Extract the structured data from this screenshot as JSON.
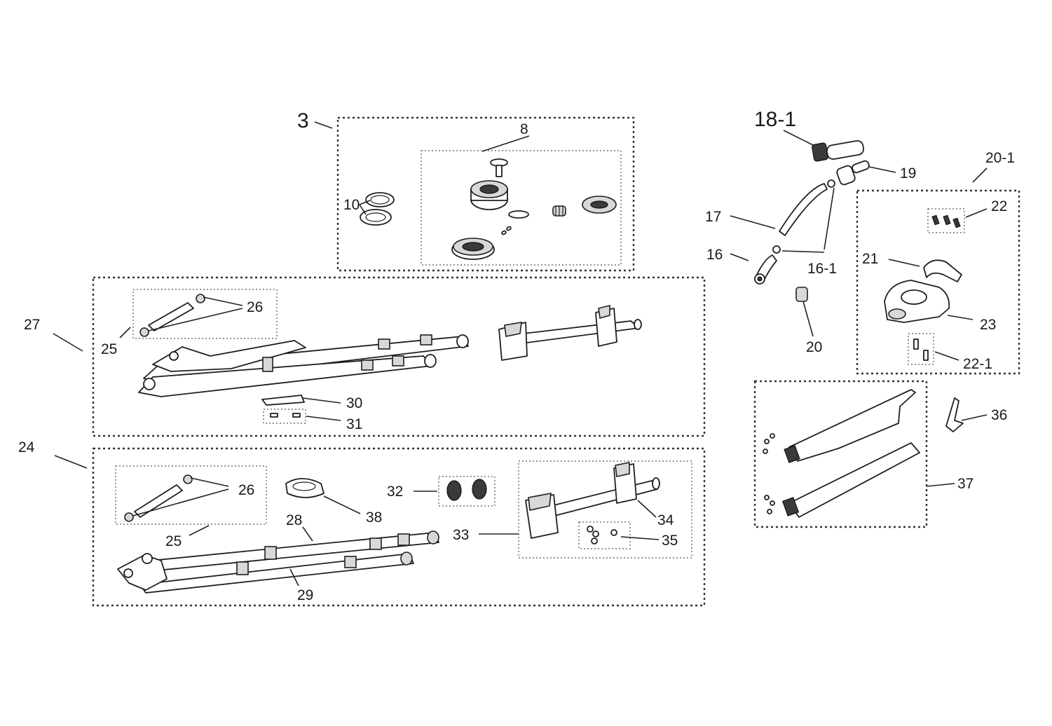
{
  "callouts": {
    "c3": "3",
    "c8": "8",
    "c10": "10",
    "c18_1": "18-1",
    "c19": "19",
    "c17": "17",
    "c16": "16",
    "c16_1": "16-1",
    "c20": "20",
    "c20_1": "20-1",
    "c21": "21",
    "c22": "22",
    "c22_1": "22-1",
    "c23": "23",
    "c24": "24",
    "c25a": "25",
    "c25b": "25",
    "c26a": "26",
    "c26b": "26",
    "c27": "27",
    "c28": "28",
    "c29": "29",
    "c30": "30",
    "c31": "31",
    "c32": "32",
    "c33": "33",
    "c34": "34",
    "c35": "35",
    "c36": "36",
    "c37": "37",
    "c38": "38"
  },
  "colors": {
    "line": "#1f1f1f",
    "fill": "#ffffff",
    "shade": "#d8d8d8",
    "dark": "#3a3a3a"
  }
}
